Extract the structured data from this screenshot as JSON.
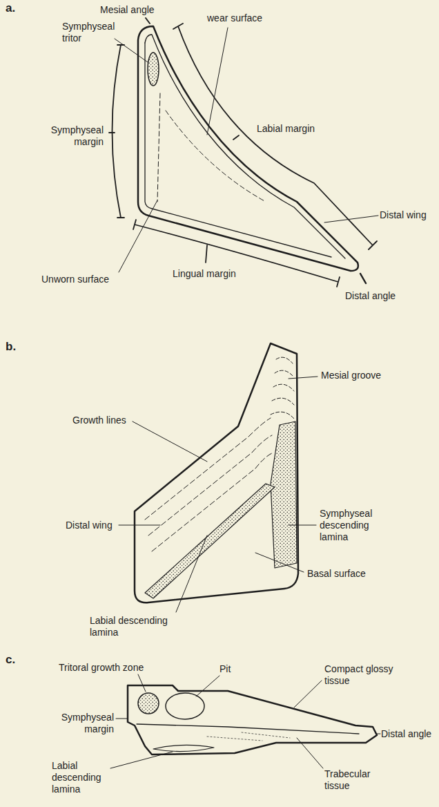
{
  "diagram": {
    "labels": [
      "a.",
      "Mesial angle",
      "Symphyseal tritor",
      "wear surface",
      "Labial margin",
      "Symphyseal margin",
      "Distal wing",
      "Unworn surface",
      "Lingual margin",
      "Distal angle",
      "b.",
      "Mesial groove",
      "Growth lines",
      "Symphyseal descending lamina",
      "Distal wing",
      "Basal surface",
      "Labial descending lamina",
      "c.",
      "Tritoral growth zone",
      "Pit",
      "Compact glossy tissue",
      "Symphyseal margin",
      "Distal angle",
      "Labial descending lamina",
      "Trabecular tissue"
    ]
  }
}
